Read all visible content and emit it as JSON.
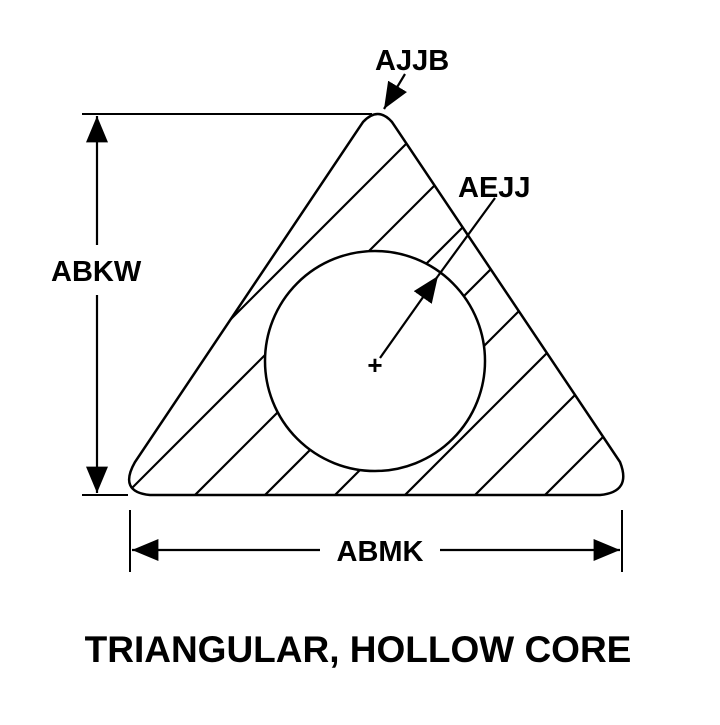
{
  "diagram": {
    "title": "TRIANGULAR, HOLLOW CORE",
    "labels": {
      "corner_radius": "AJJB",
      "core_radius": "AEJJ",
      "height": "ABKW",
      "width": "ABMK"
    },
    "center_mark": "+"
  }
}
